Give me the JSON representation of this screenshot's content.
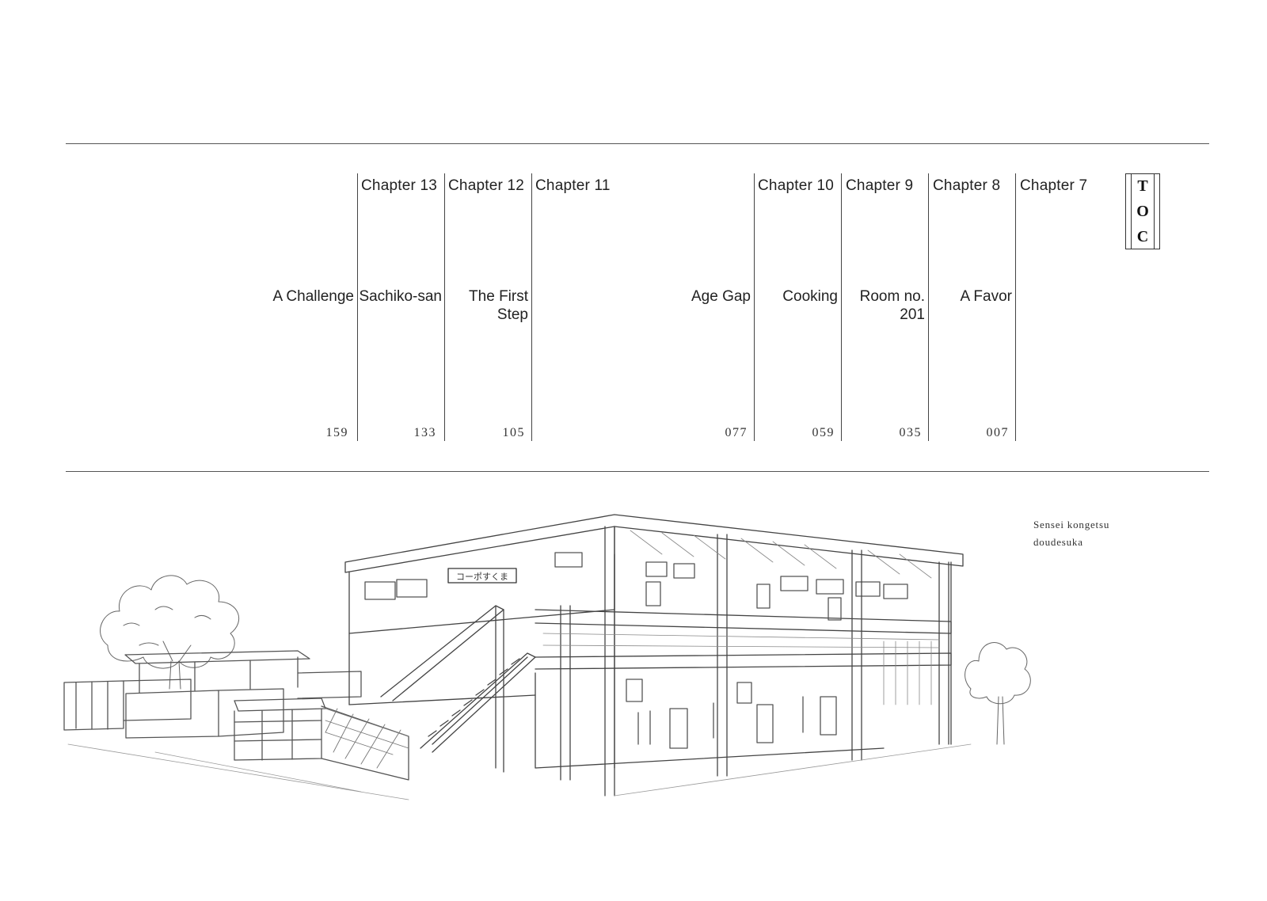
{
  "toc": {
    "heading_letters": [
      "T",
      "O",
      "C"
    ]
  },
  "chapters": [
    {
      "label": "Chapter 7",
      "title": "",
      "page": ""
    },
    {
      "label": "Chapter 8",
      "title": "A Favor",
      "page": "007"
    },
    {
      "label": "Chapter 9",
      "title": "Room no.\n201",
      "page": "035"
    },
    {
      "label": "Chapter 10",
      "title": "Cooking",
      "page": "059"
    },
    {
      "label": "",
      "title": "Age Gap",
      "page": "077"
    },
    {
      "label": "Chapter 11",
      "title": "",
      "page": ""
    },
    {
      "label": "Chapter 12",
      "title": "The First\nStep",
      "page": "105"
    },
    {
      "label": "Chapter 13",
      "title": "Sachiko-san",
      "page": "133"
    },
    {
      "label": "",
      "title": "A Challenge",
      "page": "159"
    }
  ],
  "series": {
    "line1": "Sensei kongetsu",
    "line2": "doudesuka"
  },
  "illustration": {
    "subject": "apartment-building-sketch",
    "sign_text": "コーポすくま"
  }
}
